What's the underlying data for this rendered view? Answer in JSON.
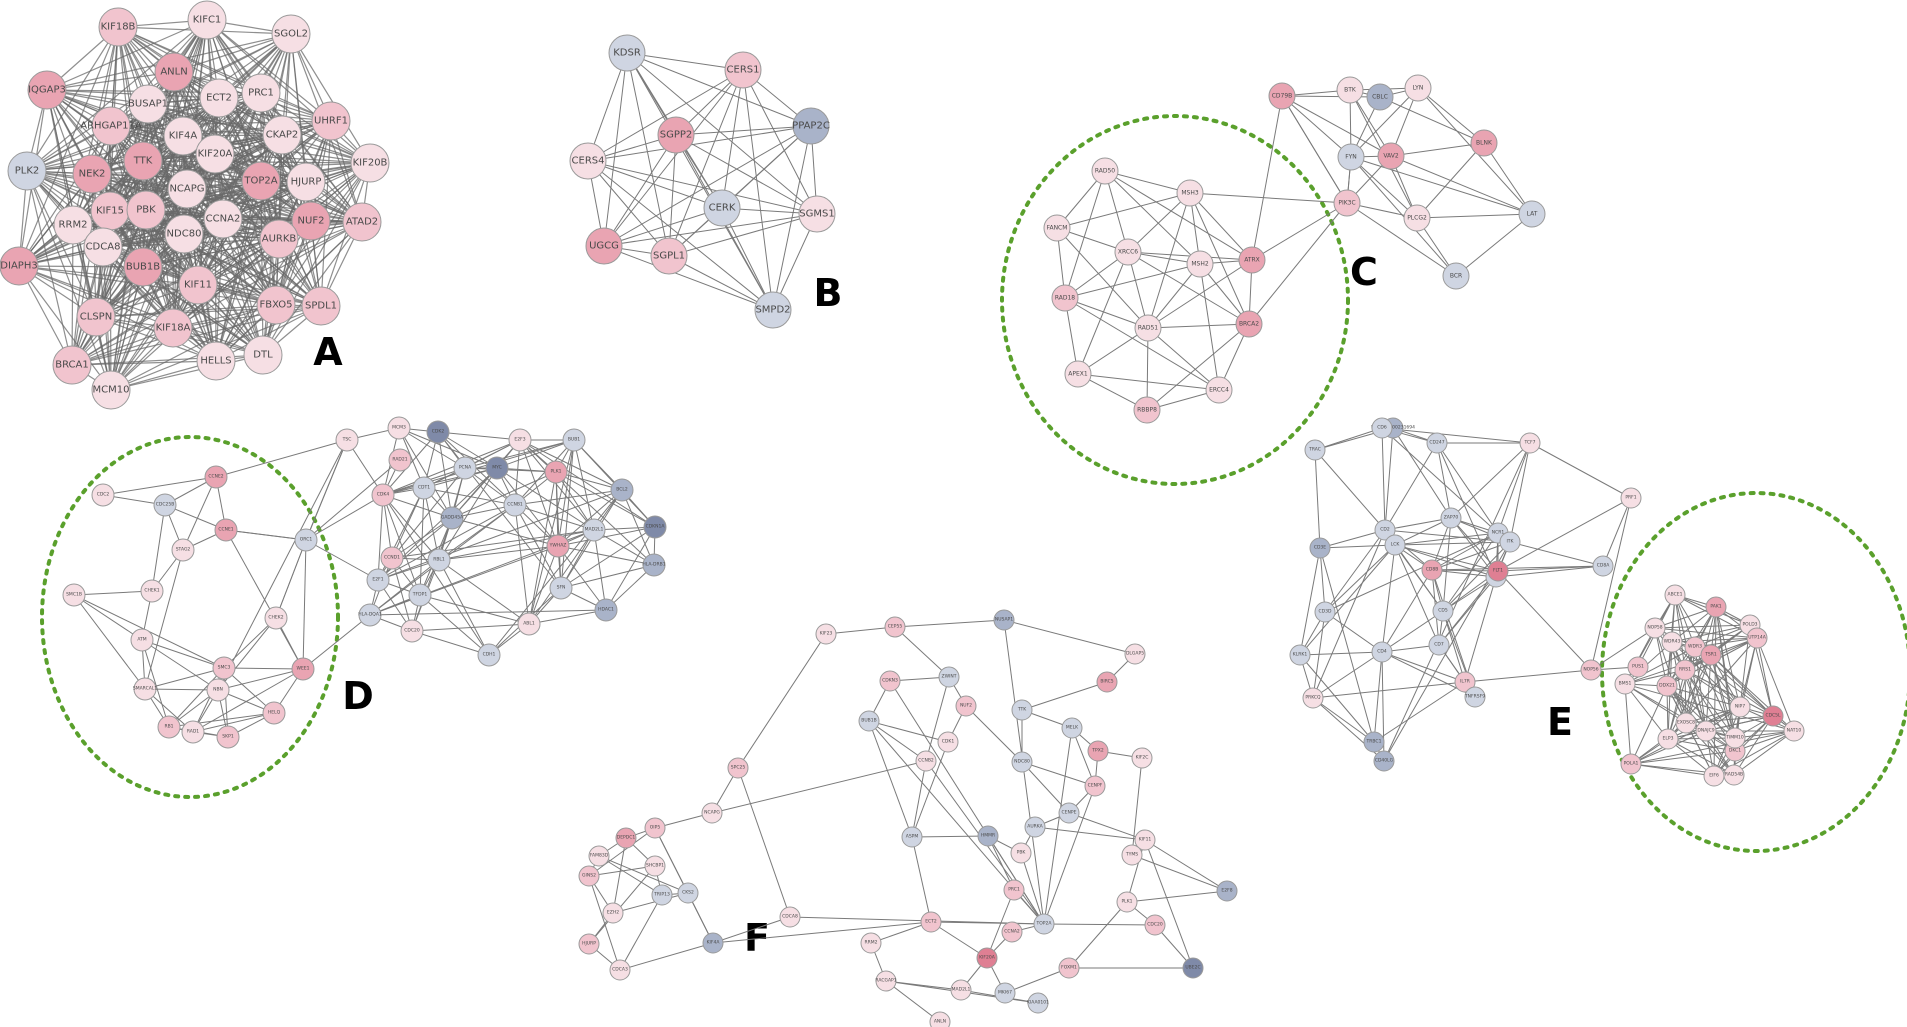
{
  "colors": {
    "pink1": "#f6dfe4",
    "pink2": "#f1c4ce",
    "pink3": "#e9a4b2",
    "pink4": "#df7f93",
    "blue1": "#cfd5e2",
    "blue2": "#a9b3c9",
    "blue3": "#7f8aa8"
  },
  "panels": [
    {
      "id": "A",
      "label": "A",
      "names": [
        "KIF18B",
        "KIFC1",
        "SGOL2",
        "IQGAP3",
        "ANLN",
        "ECT2",
        "PRC1",
        "UHRF1",
        "ARHGAP11A",
        "BUSAP1",
        "KIF4A",
        "CKAP2",
        "KIF20B",
        "PLK2",
        "NEK2",
        "TTK",
        "KIF20A",
        "TOP2A",
        "HJURP",
        "KIF15",
        "PBK",
        "NCAPG",
        "CCNA2",
        "NUF2",
        "RRM2",
        "CDCA8",
        "NDC80",
        "AURKB",
        "ATAD2",
        "DIAPH3",
        "BUB1B",
        "KIF11",
        "FBXO5",
        "SPDL1",
        "CLSPN",
        "KIF18A",
        "BRCA1",
        "HELLS",
        "DTL",
        "MCM10"
      ]
    },
    {
      "id": "B",
      "label": "B",
      "names": [
        "KDSR",
        "CERS1",
        "PPAP2C",
        "SGPP2",
        "CERS4",
        "CERK",
        "SGMS1",
        "UGCG",
        "SGPL1",
        "SMPD2"
      ]
    },
    {
      "id": "C",
      "label": "C",
      "names": [
        "CBLC",
        "CD79B",
        "BTK",
        "LYN",
        "RAD50",
        "FYN",
        "VAV2",
        "BLNK",
        "MSH3",
        "FANCM",
        "PIK3C",
        "XRCC6",
        "ATRX",
        "MSH2",
        "PLCG2",
        "LAT",
        "RAD18",
        "RAD51",
        "BRCA2",
        "BCR",
        "APEX1",
        "ERCC4",
        "RBBP8"
      ]
    },
    {
      "id": "D",
      "label": "D",
      "names": [
        "TSC",
        "CDC2",
        "CCNE2",
        "CDC25B",
        "CCNE1",
        "STAG2",
        "SMC1B",
        "CHEK1",
        "ORC1",
        "RAD21",
        "CHEK2",
        "ATM",
        "SMC3",
        "WEE1",
        "NBN",
        "RB1",
        "SKP1",
        "SMARCAL1",
        "HELQ",
        "RAD1",
        "MCM3",
        "CDK2",
        "PCNA",
        "CDT1",
        "CDK4",
        "GADD45A",
        "RBL1",
        "CCND1",
        "TFDP1",
        "E2F1",
        "E2F3",
        "MYC",
        "CCNB1",
        "PLK1",
        "BUB1",
        "MAD2L1",
        "YWHAZ",
        "SFN",
        "HDAC1",
        "BCL2",
        "CDKN1A",
        "HLA-DRB1",
        "HLA-DQA1",
        "CDC20",
        "CDH1",
        "ABL1"
      ]
    },
    {
      "id": "E",
      "label": "E",
      "names": [
        "ENSG00000231694",
        "CD6",
        "TRAC",
        "CD247",
        "TCF7",
        "CD3E",
        "CD2",
        "ZAP70",
        "NCR1",
        "PRF1",
        "CD8B",
        "CD28",
        "ITK",
        "LCK",
        "CD3D",
        "CD4",
        "CD5",
        "FLT1",
        "CD8A",
        "CD7",
        "IL7R",
        "TNFRSF9",
        "TRBC1",
        "CD40LG",
        "KLRK1",
        "PRKCQ",
        "NOP56",
        "PUS1",
        "ABCE1",
        "PAK1",
        "NOP58",
        "RRS1",
        "POLD3",
        "WDR3",
        "WDR43",
        "DDX21",
        "TSR1",
        "UTP14A",
        "NIP7",
        "CDC5L",
        "BMS1",
        "EXOSC8",
        "DNAJC9",
        "EIF6",
        "DKC1",
        "ELP3",
        "TIMM10",
        "POLA1",
        "NAT10",
        "RAD54B"
      ]
    },
    {
      "id": "F",
      "label": "F",
      "names": [
        "CEP55",
        "KIF23",
        "NUSAP1",
        "DLGAP5",
        "BIRC5",
        "ZWINT",
        "NUF2",
        "CDK1",
        "CDKN3",
        "CCNB2",
        "BUB1B",
        "TTK",
        "MELK",
        "TPX2",
        "KIF2C",
        "NDC80",
        "CENPF",
        "CENPE",
        "AURKA",
        "PBK",
        "HMMR",
        "ASPM",
        "KIF11",
        "PRC1",
        "TOP2A",
        "CCNA2",
        "KIF20A",
        "ECT2",
        "RRM2",
        "MKI67",
        "FOXM1",
        "UBE2C",
        "CDC20",
        "PLK1",
        "E2F8",
        "TYMS",
        "MAD2L1",
        "KIAA0101",
        "RACGAP1",
        "ANLN",
        "SPC25",
        "CDCA8",
        "NCAPG",
        "OIP5",
        "DEPDC1",
        "FAM83D",
        "GINS2",
        "SHCBP1",
        "TRIP13",
        "CKS2",
        "EZH2",
        "HJURP",
        "CDCA3",
        "KIF4A"
      ]
    }
  ]
}
